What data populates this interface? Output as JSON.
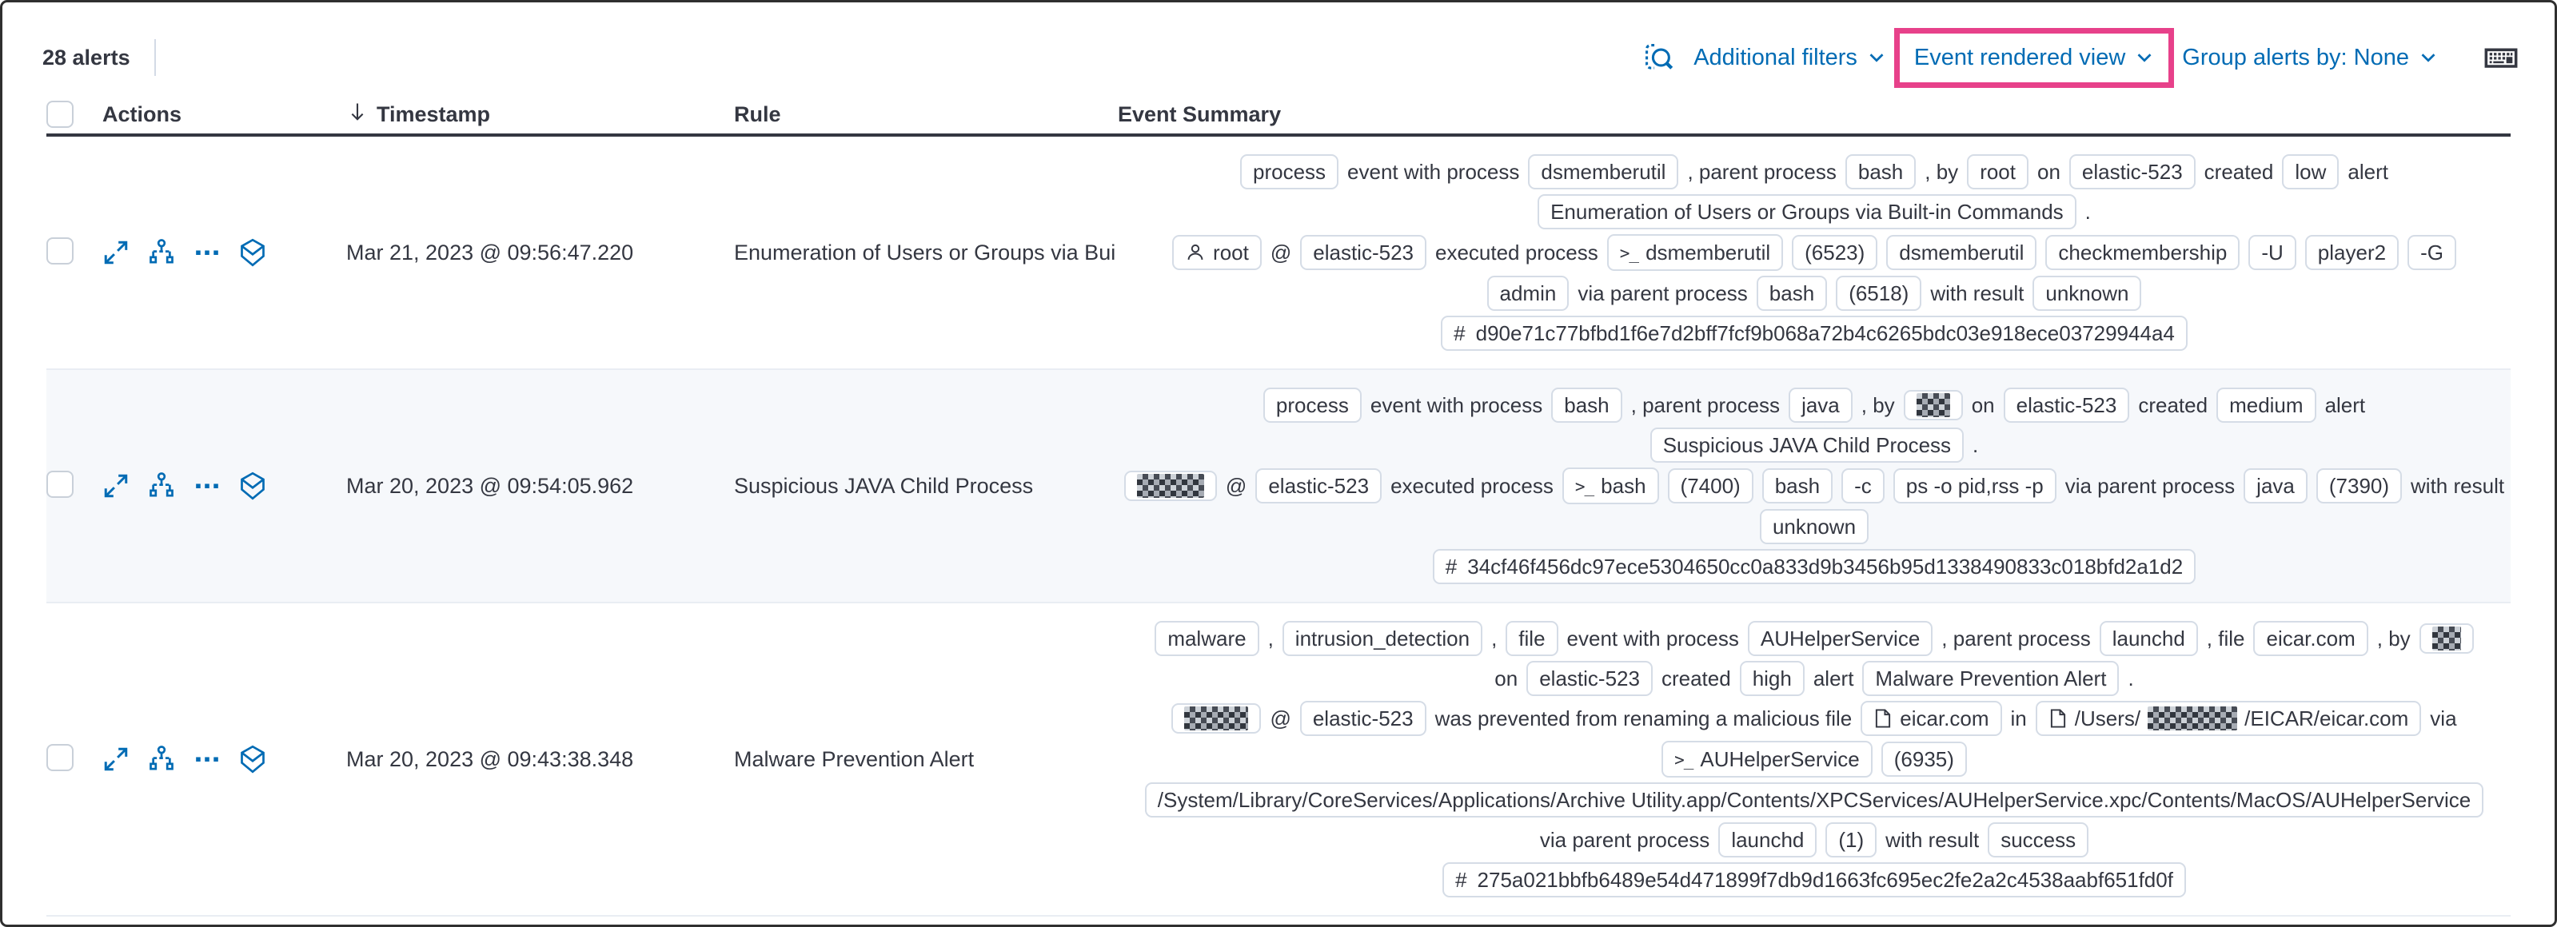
{
  "colors": {
    "accent_blue": "#006BB4",
    "highlight_pink": "#E7418A",
    "text_dark": "#343741",
    "badge_border": "#D5DCE6",
    "stripe_bg": "#F6F8FB"
  },
  "toolbar": {
    "alerts_count": "28 alerts",
    "additional_filters": "Additional filters",
    "view_selector": "Event rendered view",
    "group_alerts_by": "Group alerts by: None"
  },
  "table_headers": {
    "actions": "Actions",
    "timestamp": "Timestamp",
    "rule": "Rule",
    "event_summary": "Event Summary"
  },
  "alerts": [
    {
      "timestamp": "Mar 21, 2023 @ 09:56:47.220",
      "rule": "Enumeration of Users or Groups via Bui",
      "summary": [
        [
          {
            "type": "badge",
            "text": "process"
          },
          {
            "type": "text",
            "text": "event with process"
          },
          {
            "type": "badge",
            "text": "dsmemberutil"
          },
          {
            "type": "text",
            "text": ", parent process"
          },
          {
            "type": "badge",
            "text": "bash"
          },
          {
            "type": "text",
            "text": ", by"
          },
          {
            "type": "badge",
            "text": "root"
          },
          {
            "type": "text",
            "text": "on"
          },
          {
            "type": "badge",
            "text": "elastic-523"
          },
          {
            "type": "text",
            "text": "created"
          },
          {
            "type": "badge",
            "text": "low"
          },
          {
            "type": "text",
            "text": "alert"
          }
        ],
        [
          {
            "type": "badge",
            "text": "Enumeration of Users or Groups via Built-in Commands"
          },
          {
            "type": "text",
            "text": "."
          }
        ],
        [
          {
            "type": "badge",
            "icon": "user",
            "text": "root"
          },
          {
            "type": "text",
            "text": "@"
          },
          {
            "type": "badge",
            "text": "elastic-523"
          },
          {
            "type": "text",
            "text": "executed process"
          },
          {
            "type": "badge",
            "icon": "terminal",
            "text": "dsmemberutil"
          },
          {
            "type": "badge",
            "text": "(6523)"
          },
          {
            "type": "badge",
            "text": "dsmemberutil"
          },
          {
            "type": "badge",
            "text": "checkmembership"
          },
          {
            "type": "badge",
            "text": "-U"
          },
          {
            "type": "badge",
            "text": "player2"
          },
          {
            "type": "badge",
            "text": "-G"
          }
        ],
        [
          {
            "type": "badge",
            "text": "admin"
          },
          {
            "type": "text",
            "text": "via parent process"
          },
          {
            "type": "badge",
            "text": "bash"
          },
          {
            "type": "badge",
            "text": "(6518)"
          },
          {
            "type": "text",
            "text": "with result"
          },
          {
            "type": "badge",
            "text": "unknown"
          }
        ],
        [
          {
            "type": "badge",
            "icon": "hash",
            "text": "d90e71c77bfbd1f6e7d2bff7fcf9b068a72b4c6265bdc03e918ece03729944a4"
          }
        ]
      ]
    },
    {
      "timestamp": "Mar 20, 2023 @ 09:54:05.962",
      "rule": "Suspicious JAVA Child Process",
      "striped": true,
      "summary": [
        [
          {
            "type": "badge",
            "text": "process"
          },
          {
            "type": "text",
            "text": "event with process"
          },
          {
            "type": "badge",
            "text": "bash"
          },
          {
            "type": "text",
            "text": ", parent process"
          },
          {
            "type": "badge",
            "text": "java"
          },
          {
            "type": "text",
            "text": ", by"
          },
          {
            "type": "badge",
            "redacted": 42
          },
          {
            "type": "text",
            "text": "on"
          },
          {
            "type": "badge",
            "text": "elastic-523"
          },
          {
            "type": "text",
            "text": "created"
          },
          {
            "type": "badge",
            "text": "medium"
          },
          {
            "type": "text",
            "text": "alert"
          }
        ],
        [
          {
            "type": "badge",
            "text": "Suspicious JAVA Child Process"
          },
          {
            "type": "text",
            "text": "."
          }
        ],
        [
          {
            "type": "badge",
            "redacted": 84
          },
          {
            "type": "text",
            "text": "@"
          },
          {
            "type": "badge",
            "text": "elastic-523"
          },
          {
            "type": "text",
            "text": "executed process"
          },
          {
            "type": "badge",
            "icon": "terminal",
            "text": "bash"
          },
          {
            "type": "badge",
            "text": "(7400)"
          },
          {
            "type": "badge",
            "text": "bash"
          },
          {
            "type": "badge",
            "text": "-c"
          },
          {
            "type": "badge",
            "text": "ps -o pid,rss -p"
          },
          {
            "type": "text",
            "text": "via parent process"
          },
          {
            "type": "badge",
            "text": "java"
          },
          {
            "type": "badge",
            "text": "(7390)"
          },
          {
            "type": "text",
            "text": "with result"
          }
        ],
        [
          {
            "type": "badge",
            "text": "unknown"
          }
        ],
        [
          {
            "type": "badge",
            "icon": "hash",
            "text": "34cf46f456dc97ece5304650cc0a833d9b3456b95d1338490833c018bfd2a1d2"
          }
        ]
      ]
    },
    {
      "timestamp": "Mar 20, 2023 @ 09:43:38.348",
      "rule": "Malware Prevention Alert",
      "summary": [
        [
          {
            "type": "badge",
            "text": "malware"
          },
          {
            "type": "text",
            "text": ","
          },
          {
            "type": "badge",
            "text": "intrusion_detection"
          },
          {
            "type": "text",
            "text": ","
          },
          {
            "type": "badge",
            "text": "file"
          },
          {
            "type": "text",
            "text": "event with process"
          },
          {
            "type": "badge",
            "text": "AUHelperService"
          },
          {
            "type": "text",
            "text": ", parent process"
          },
          {
            "type": "badge",
            "text": "launchd"
          },
          {
            "type": "text",
            "text": ", file"
          },
          {
            "type": "badge",
            "text": "eicar.com"
          },
          {
            "type": "text",
            "text": ", by"
          },
          {
            "type": "badge",
            "redacted": 36
          }
        ],
        [
          {
            "type": "text",
            "text": "on"
          },
          {
            "type": "badge",
            "text": "elastic-523"
          },
          {
            "type": "text",
            "text": "created"
          },
          {
            "type": "badge",
            "text": "high"
          },
          {
            "type": "text",
            "text": "alert"
          },
          {
            "type": "badge",
            "text": "Malware Prevention Alert"
          },
          {
            "type": "text",
            "text": "."
          }
        ],
        [
          {
            "type": "badge",
            "redacted": 80
          },
          {
            "type": "text",
            "text": "@"
          },
          {
            "type": "badge",
            "text": "elastic-523"
          },
          {
            "type": "text",
            "text": "was prevented from renaming a malicious file"
          },
          {
            "type": "badge",
            "icon": "file",
            "text": "eicar.com"
          },
          {
            "type": "text",
            "text": "in"
          },
          {
            "type": "badge",
            "icon": "file",
            "parts": [
              {
                "text": "/Users/"
              },
              {
                "redacted": 112
              },
              {
                "text": "/EICAR/eicar.com"
              }
            ]
          },
          {
            "type": "text",
            "text": "via"
          }
        ],
        [
          {
            "type": "badge",
            "icon": "terminal",
            "text": "AUHelperService"
          },
          {
            "type": "badge",
            "text": "(6935)"
          }
        ],
        [
          {
            "type": "badge",
            "text": "/System/Library/CoreServices/Applications/Archive Utility.app/Contents/XPCServices/AUHelperService.xpc/Contents/MacOS/AUHelperService"
          }
        ],
        [
          {
            "type": "text",
            "text": "via parent process"
          },
          {
            "type": "badge",
            "text": "launchd"
          },
          {
            "type": "badge",
            "text": "(1)"
          },
          {
            "type": "text",
            "text": "with result"
          },
          {
            "type": "badge",
            "text": "success"
          }
        ],
        [
          {
            "type": "badge",
            "icon": "hash",
            "text": "275a021bbfb6489e54d471899f7db9d1663fc695ec2fe2a2c4538aabf651fd0f"
          }
        ]
      ]
    }
  ]
}
